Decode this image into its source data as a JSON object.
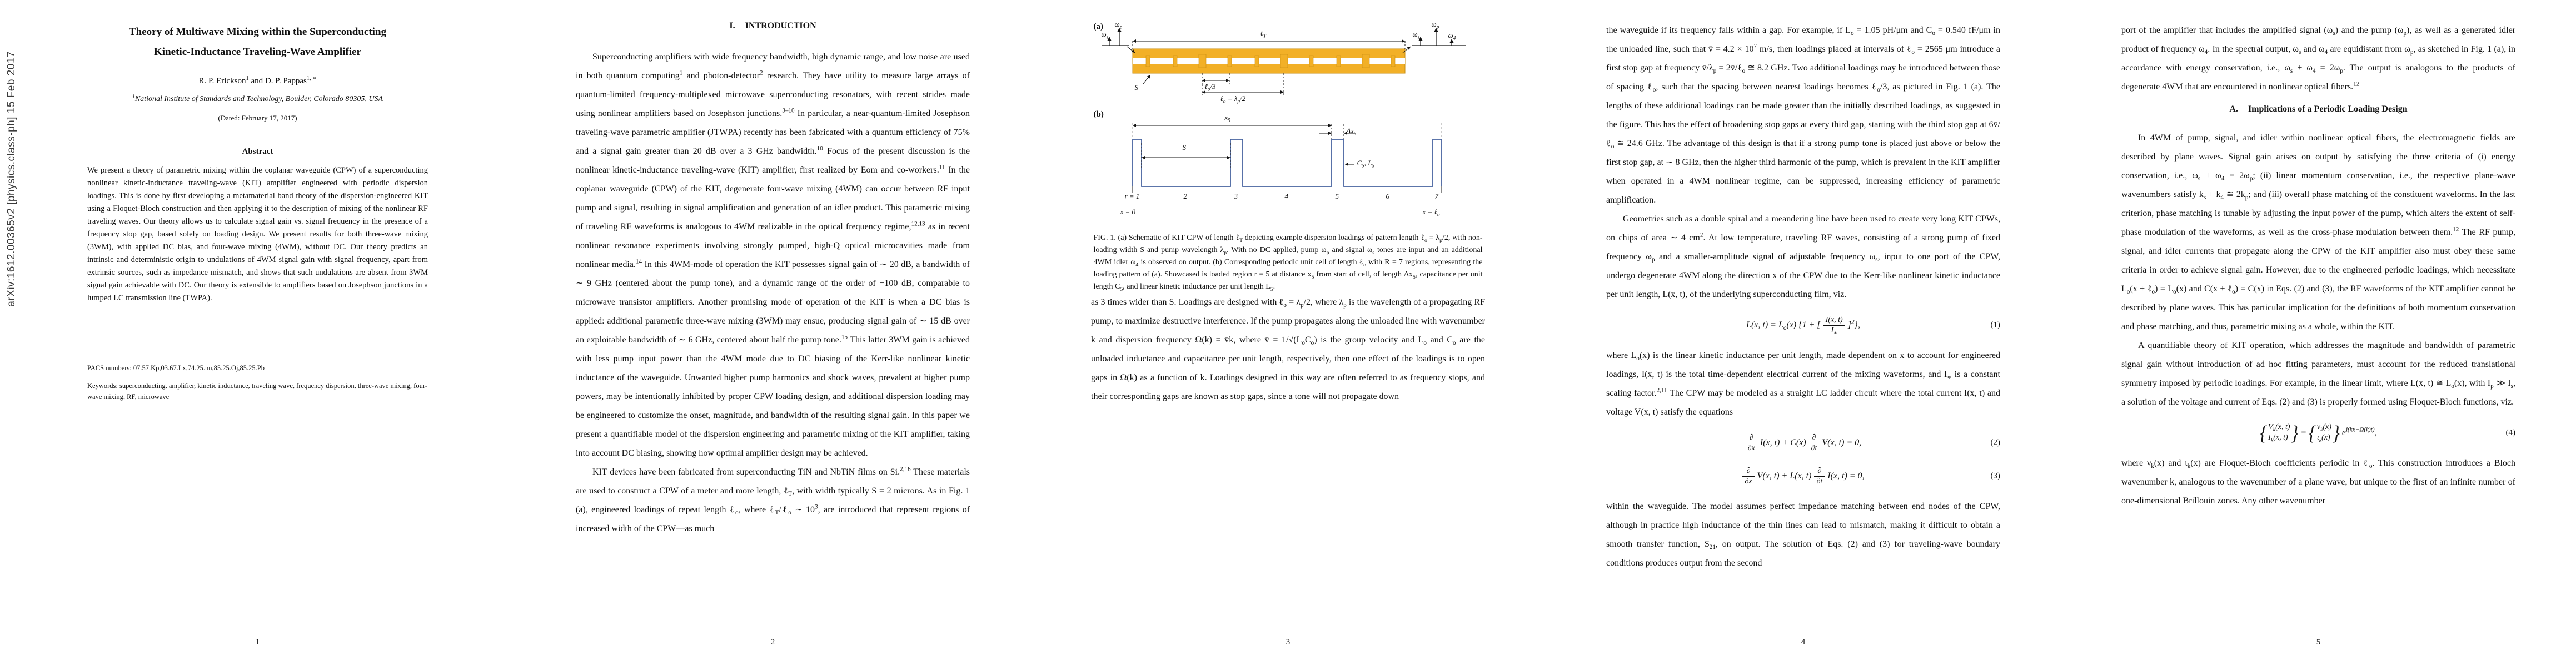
{
  "colors": {
    "gold": "#f2b027",
    "goldedge": "#c78c10",
    "figline": "#46629e"
  },
  "stamp": "arXiv:1612.00365v2  [physics.class-ph]  15 Feb 2017",
  "page1": {
    "title1": "Theory of Multiwave Mixing within the Superconducting",
    "title2": "Kinetic-Inductance Traveling-Wave Amplifier",
    "authors": "R. P. Erickson^{1} and D. P. Pappas^{1, ∗}",
    "affiliation": "^{1}National Institute of Standards and Technology, Boulder, Colorado 80305, USA",
    "date": "(Dated: February 17, 2017)",
    "abstract_heading": "Abstract",
    "abstract": "We present a theory of parametric mixing within the coplanar waveguide (CPW) of a superconducting nonlinear kinetic-inductance traveling-wave (KIT) amplifier engineered with periodic dispersion loadings. This is done by first developing a metamaterial band theory of the dispersion-engineered KIT using a Floquet-Bloch construction and then applying it to the description of mixing of the nonlinear RF traveling waves. Our theory allows us to calculate signal gain vs. signal frequency in the presence of a frequency stop gap, based solely on loading design. We present results for both three-wave mixing (3WM), with applied DC bias, and four-wave mixing (4WM), without DC. Our theory predicts an intrinsic and deterministic origin to undulations of 4WM signal gain with signal frequency, apart from extrinsic sources, such as impedance mismatch, and shows that such undulations are absent from 3WM signal gain achievable with DC. Our theory is extensible to amplifiers based on Josephson junctions in a lumped LC transmission line (TWPA).",
    "pacs": "PACS numbers: 07.57.Kp,03.67.Lx,74.25.nn,85.25.Oj,85.25.Pb",
    "keywords": "Keywords: superconducting, amplifier, kinetic inductance, traveling wave, frequency dispersion, three-wave mixing, four-wave mixing, RF, microwave",
    "number": "1"
  },
  "page2": {
    "section_no": "I.",
    "section_title": "INTRODUCTION",
    "para1": "Superconducting amplifiers with wide frequency bandwidth, high dynamic range, and low noise are used in both quantum computing^{1} and photon-detector^{2} research. They have utility to measure large arrays of quantum-limited frequency-multiplexed microwave superconducting resonators, with recent strides made using nonlinear amplifiers based on Josephson junctions.^{3–10} In particular, a near-quantum-limited Josephson traveling-wave parametric amplifier (JTWPA) recently has been fabricated with a quantum efficiency of 75% and a signal gain greater than 20 dB over a 3 GHz bandwidth.^{10} Focus of the present discussion is the nonlinear kinetic-inductance traveling-wave (KIT) amplifier, first realized by Eom and co-workers.^{11} In the coplanar waveguide (CPW) of the KIT, degenerate four-wave mixing (4WM) can occur between RF input pump and signal, resulting in signal amplification and generation of an idler product. This parametric mixing of traveling RF waveforms is analogous to 4WM realizable in the optical frequency regime,^{12,13} as in recent nonlinear resonance experiments involving strongly pumped, high-Q optical microcavities made from nonlinear media.^{14} In this 4WM-mode of operation the KIT possesses signal gain of ∼ 20 dB, a bandwidth of ∼ 9 GHz (centered about the pump tone), and a dynamic range of the order of −100 dB, comparable to microwave transistor amplifiers. Another promising mode of operation of the KIT is when a DC bias is applied: additional parametric three-wave mixing (3WM) may ensue, producing signal gain of ∼ 15 dB over an exploitable bandwidth of ∼ 6 GHz, centered about half the pump tone.^{15} This latter 3WM gain is achieved with less pump input power than the 4WM mode due to DC biasing of the Kerr-like nonlinear kinetic inductance of the waveguide. Unwanted higher pump harmonics and shock waves, prevalent at higher pump powers, may be intentionally inhibited by proper CPW loading design, and additional dispersion loading may be engineered to customize the onset, magnitude, and bandwidth of the resulting signal gain. In this paper we present a quantifiable model of the dispersion engineering and parametric mixing of the KIT amplifier, taking into account DC biasing, showing how optimal amplifier design may be achieved.",
    "para2": "KIT devices have been fabricated from superconducting TiN and NbTiN films on Si.^{2,16} These materials are used to construct a CPW of a meter and more length, ℓ_{T}, with width typically S = 2 microns. As in Fig. 1 (a), engineered loadings of repeat length ℓ_{o}, where ℓ_{T}/ℓ_{o} ∼ 10^{3}, are introduced that represent regions of increased width of the CPW—as much",
    "number": "2"
  },
  "page3": {
    "fig_a": {
      "panel": "(a)",
      "in_signal": "ω_{s}",
      "in_pump": "ω_{p}",
      "out_signal": "ω_{s}",
      "out_pump": "ω_{p}",
      "out_idler": "ω_{4}",
      "len_total": "ℓ_{T}",
      "len_third": "ℓ_{o}/3",
      "len_cell": "ℓ_{o} = λ_{p}/2",
      "gap_width": "S"
    },
    "fig_b": {
      "panel": "(b)",
      "width_s": "S",
      "x5": "x_{5}",
      "dx5": "Δx_{5}",
      "c5l5": "C_{5}, L_{5}",
      "r_first": "r = 1",
      "regions": [
        "2",
        "3",
        "4",
        "5",
        "6",
        "7"
      ],
      "x_start": "x = 0",
      "x_end": "x = ℓ_{o}"
    },
    "caption": "FIG. 1.   (a) Schematic of KIT CPW of length ℓ_{T} depicting example dispersion loadings of pattern length ℓ_{o} = λ_{p}/2, with non-loading width S and pump wavelength λ_{p}. With no DC applied, pump ω_{p} and signal ω_{s} tones are input and an additional 4WM idler ω_{4} is observed on output. (b) Corresponding periodic unit cell of length ℓ_{o} with R = 7 regions, representing the loading pattern of (a). Showcased is loaded region r = 5 at distance x_{5} from start of cell, of length Δx_{5}, capacitance per unit length C_{5}, and linear kinetic inductance per unit length L_{5}.",
    "para1": "as 3 times wider than S. Loadings are designed with ℓ_{o} = λ_{p}/2, where λ_{p} is the wavelength of a propagating RF pump, to maximize destructive interference. If the pump propagates along the unloaded line with wavenumber k and dispersion frequency Ω(k) = v̄k, where v̄ = 1/√(L_{o}C_{o}) is the group velocity and L_{o} and C_{o} are the unloaded inductance and capacitance per unit length, respectively, then one effect of the loadings is to open gaps in Ω(k) as a function of k. Loadings designed in this way are often referred to as frequency stops, and their corresponding gaps are known as stop gaps, since a tone will not propagate down",
    "number": "3"
  },
  "page4": {
    "para1": "the waveguide if its frequency falls within a gap. For example, if L_{o} = 1.05 pH/μm and C_{o} = 0.540 fF/μm in the unloaded line, such that v̄ = 4.2 × 10^{7} m/s, then loadings placed at intervals of ℓ_{o} = 2565 μm introduce a first stop gap at frequency v̄/λ_{p} = 2v̄/ℓ_{o} ≅ 8.2 GHz. Two additional loadings may be introduced between those of spacing ℓ_{o}, such that the spacing between nearest loadings becomes ℓ_{o}/3, as pictured in Fig. 1 (a). The lengths of these additional loadings can be made greater than the initially described loadings, as suggested in the figure. This has the effect of broadening stop gaps at every third gap, starting with the third stop gap at 6v̄/ℓ_{o} ≅ 24.6 GHz. The advantage of this design is that if a strong pump tone is placed just above or below the first stop gap, at ∼ 8 GHz, then the higher third harmonic of the pump, which is prevalent in the KIT amplifier when operated in a 4WM nonlinear regime, can be suppressed, increasing efficiency of parametric amplification.",
    "para2": "Geometries such as a double spiral and a meandering line have been used to create very long KIT CPWs, on chips of area ∼ 4 cm^{2}. At low temperature, traveling RF waves, consisting of a strong pump of fixed frequency ω_{p} and a smaller-amplitude signal of adjustable frequency ω_{s}, input to one port of the CPW, undergo degenerate 4WM along the direction x of the CPW due to the Kerr-like nonlinear kinetic inductance per unit length, L(x, t), of the underlying superconducting film, viz.",
    "eq1": {
      "pre": "L(x, t) = L_{o}(x) {1 + [",
      "num": "I(x, t)",
      "den": "I_{∗}",
      "close": "]^{2}},",
      "number": "(1)"
    },
    "para3": "where L_{o}(x) is the linear kinetic inductance per unit length, made dependent on x to account for engineered loadings, I(x, t) is the total time-dependent electrical current of the mixing waveforms, and I_{∗} is a constant scaling factor.^{2,11} The CPW may be modeled as a straight LC ladder circuit where the total current I(x, t) and voltage V(x, t) satisfy the equations",
    "eq2": {
      "f1n": "∂",
      "f1d": "∂x",
      "mid": "I(x, t) + C(x)",
      "f2n": "∂",
      "f2d": "∂t",
      "end": "V(x, t) = 0,",
      "number": "(2)"
    },
    "eq3": {
      "f1n": "∂",
      "f1d": "∂x",
      "mid": "V(x, t) + L(x, t)",
      "f2n": "∂",
      "f2d": "∂t",
      "end": "I(x, t) = 0,",
      "number": "(3)"
    },
    "para4": "within the waveguide. The model assumes perfect impedance matching between end nodes of the CPW, although in practice high inductance of the thin lines can lead to mismatch, making it difficult to obtain a smooth transfer function, S_{21}, on output. The solution of Eqs. (2) and (3) for traveling-wave boundary conditions produces output from the second",
    "number": "4"
  },
  "page5": {
    "para1": "port of the amplifier that includes the amplified signal (ω_{s}) and the pump (ω_{p}), as well as a generated idler product of frequency ω_{4}. In the spectral output, ω_{s} and ω_{4} are equidistant from ω_{p}, as sketched in Fig. 1 (a), in accordance with energy conservation, i.e., ω_{s} + ω_{4} = 2ω_{p}. The output is analogous to the products of degenerate 4WM that are encountered in nonlinear optical fibers.^{12}",
    "sectionA_no": "A.",
    "sectionA_title": "Implications of a Periodic Loading Design",
    "para2": "In 4WM of pump, signal, and idler within nonlinear optical fibers, the electromagnetic fields are described by plane waves. Signal gain arises on output by satisfying the three criteria of (i) energy conservation, i.e., ω_{s} + ω_{4} = 2ω_{p}; (ii) linear momentum conservation, i.e., the respective plane-wave wavenumbers satisfy k_{s} + k_{4} ≅ 2k_{p}; and (iii) overall phase matching of the constituent waveforms. In the last criterion, phase matching is tunable by adjusting the input power of the pump, which alters the extent of self-phase modulation of the waveforms, as well as the cross-phase modulation between them.^{12} The RF pump, signal, and idler currents that propagate along the CPW of the KIT amplifier also must obey these same criteria in order to achieve signal gain. However, due to the engineered periodic loadings, which necessitate L_{o}(x + ℓ_{o}) = L_{o}(x) and C(x + ℓ_{o}) = C(x) in Eqs. (2) and (3), the RF waveforms of the KIT amplifier cannot be described by plane waves. This has particular implication for the definitions of both momentum conservation and phase matching, and thus, parametric mixing as a whole, within the KIT.",
    "para3": "A quantifiable theory of KIT operation, which addresses the magnitude and bandwidth of parametric signal gain without introduction of ad hoc fitting parameters, must account for the reduced translational symmetry imposed by periodic loadings. For example, in the linear limit, where L(x, t) ≅ L_{o}(x), with I_{p} ≫ I_{s}, a solution of the voltage and current of Eqs. (2) and (3) is properly formed using Floquet-Bloch functions, viz.",
    "eq4": {
      "b1": "{",
      "v": "V_{k}(x, t)",
      "i": "I_{k}(x, t)",
      "b2": "}",
      "eq": "=",
      "b3": "{",
      "nu": "ν_{k}(x)",
      "iota": "ι_{k}(x)",
      "b4": "}",
      "exp": "e^{i(kx−Ω(k)t)},",
      "number": "(4)"
    },
    "para4": "where ν_{k}(x) and ι_{k}(x) are Floquet-Bloch coefficients periodic in ℓ_{o}. This construction introduces a Bloch wavenumber k, analogous to the wavenumber of a plane wave, but unique to the first of an infinite number of one-dimensional Brillouin zones. Any other wavenumber",
    "number": "5"
  }
}
